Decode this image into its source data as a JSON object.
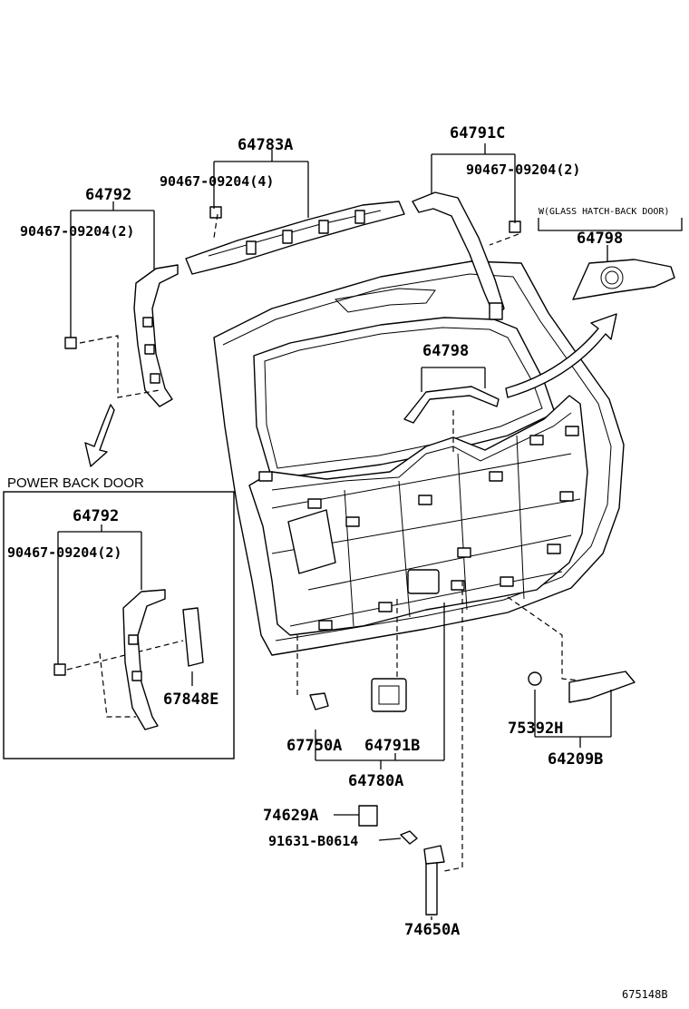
{
  "inset": {
    "title": "POWER BACK DOOR"
  },
  "note": {
    "glass_hatch": "W(GLASS HATCH-BACK DOOR)"
  },
  "labels": {
    "p64783A": "64783A",
    "p90467_4": "90467-09204(4)",
    "p64791C": "64791C",
    "p90467_2b": "90467-09204(2)",
    "p64792": "64792",
    "p90467_2a": "90467-09204(2)",
    "p64798_glass": "64798",
    "p64798": "64798",
    "p64792_inset": "64792",
    "p90467_inset": "90467-09204(2)",
    "p67848E": "67848E",
    "p67750A": "67750A",
    "p64791B": "64791B",
    "p64780A": "64780A",
    "p75392H": "75392H",
    "p64209B": "64209B",
    "p74629A": "74629A",
    "p91631": "91631-B0614",
    "p74650A": "74650A"
  },
  "figure_code": "675148B"
}
